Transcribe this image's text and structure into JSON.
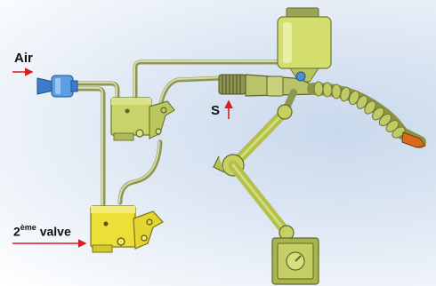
{
  "labels": {
    "air": "Air",
    "s": "S",
    "valve_sup": "ème",
    "valve_rest": " valve",
    "valve_prefix": "2"
  },
  "colors": {
    "tube": "#b9c37a",
    "body_green": "#c8d36a",
    "body_yellow": "#ecdf38",
    "arrow": "#d91c1c",
    "arm_green": "#b4c04a",
    "blue_fitting": "#4f8fd6"
  },
  "icons": {
    "air-inlet": "blue-coupler-icon",
    "valve": "valve-block-icon",
    "reservoir": "lubricant-jar-icon",
    "nozzle": "spray-nozzle-icon",
    "base": "magnetic-base-icon"
  }
}
